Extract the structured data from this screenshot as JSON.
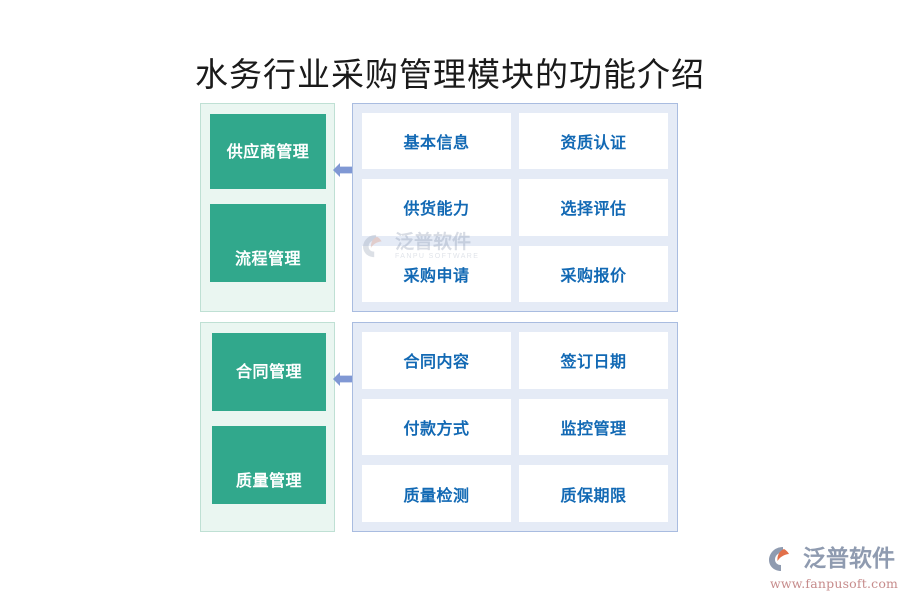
{
  "page": {
    "title": "水务行业采购管理模块的功能介绍",
    "background_color": "#ffffff"
  },
  "colors": {
    "green_box": "#31a88c",
    "green_panel": "#eaf6f1",
    "green_panel_border": "#bfe0d4",
    "blue_panel": "#e5ebf6",
    "blue_panel_border": "#a9bce0",
    "item_text": "#1269b4",
    "item_box": "#ffffff",
    "arrow": "#8098d4",
    "title_text": "#1a1a1a"
  },
  "groups": [
    {
      "id": "supplier-group",
      "categories": [
        {
          "label": "供应商管理",
          "align": "up"
        },
        {
          "label": "流程管理",
          "align": "down"
        }
      ],
      "connector": {
        "icon": "double-arrow-horizontal-icon"
      },
      "items": [
        "基本信息",
        "资质认证",
        "供货能力",
        "选择评估",
        "采购申请",
        "采购报价"
      ]
    },
    {
      "id": "contract-group",
      "categories": [
        {
          "label": "合同管理",
          "align": "up"
        },
        {
          "label": "质量管理",
          "align": "down"
        }
      ],
      "connector": {
        "icon": "double-arrow-horizontal-icon"
      },
      "items": [
        "合同内容",
        "签订日期",
        "付款方式",
        "监控管理",
        "质量检测",
        "质保期限"
      ]
    }
  ],
  "watermark": {
    "cn": "泛普软件",
    "en": "FANPU SOFTWARE"
  },
  "logo": {
    "cn": "泛普软件",
    "url": "www.fanpusoft.com"
  }
}
